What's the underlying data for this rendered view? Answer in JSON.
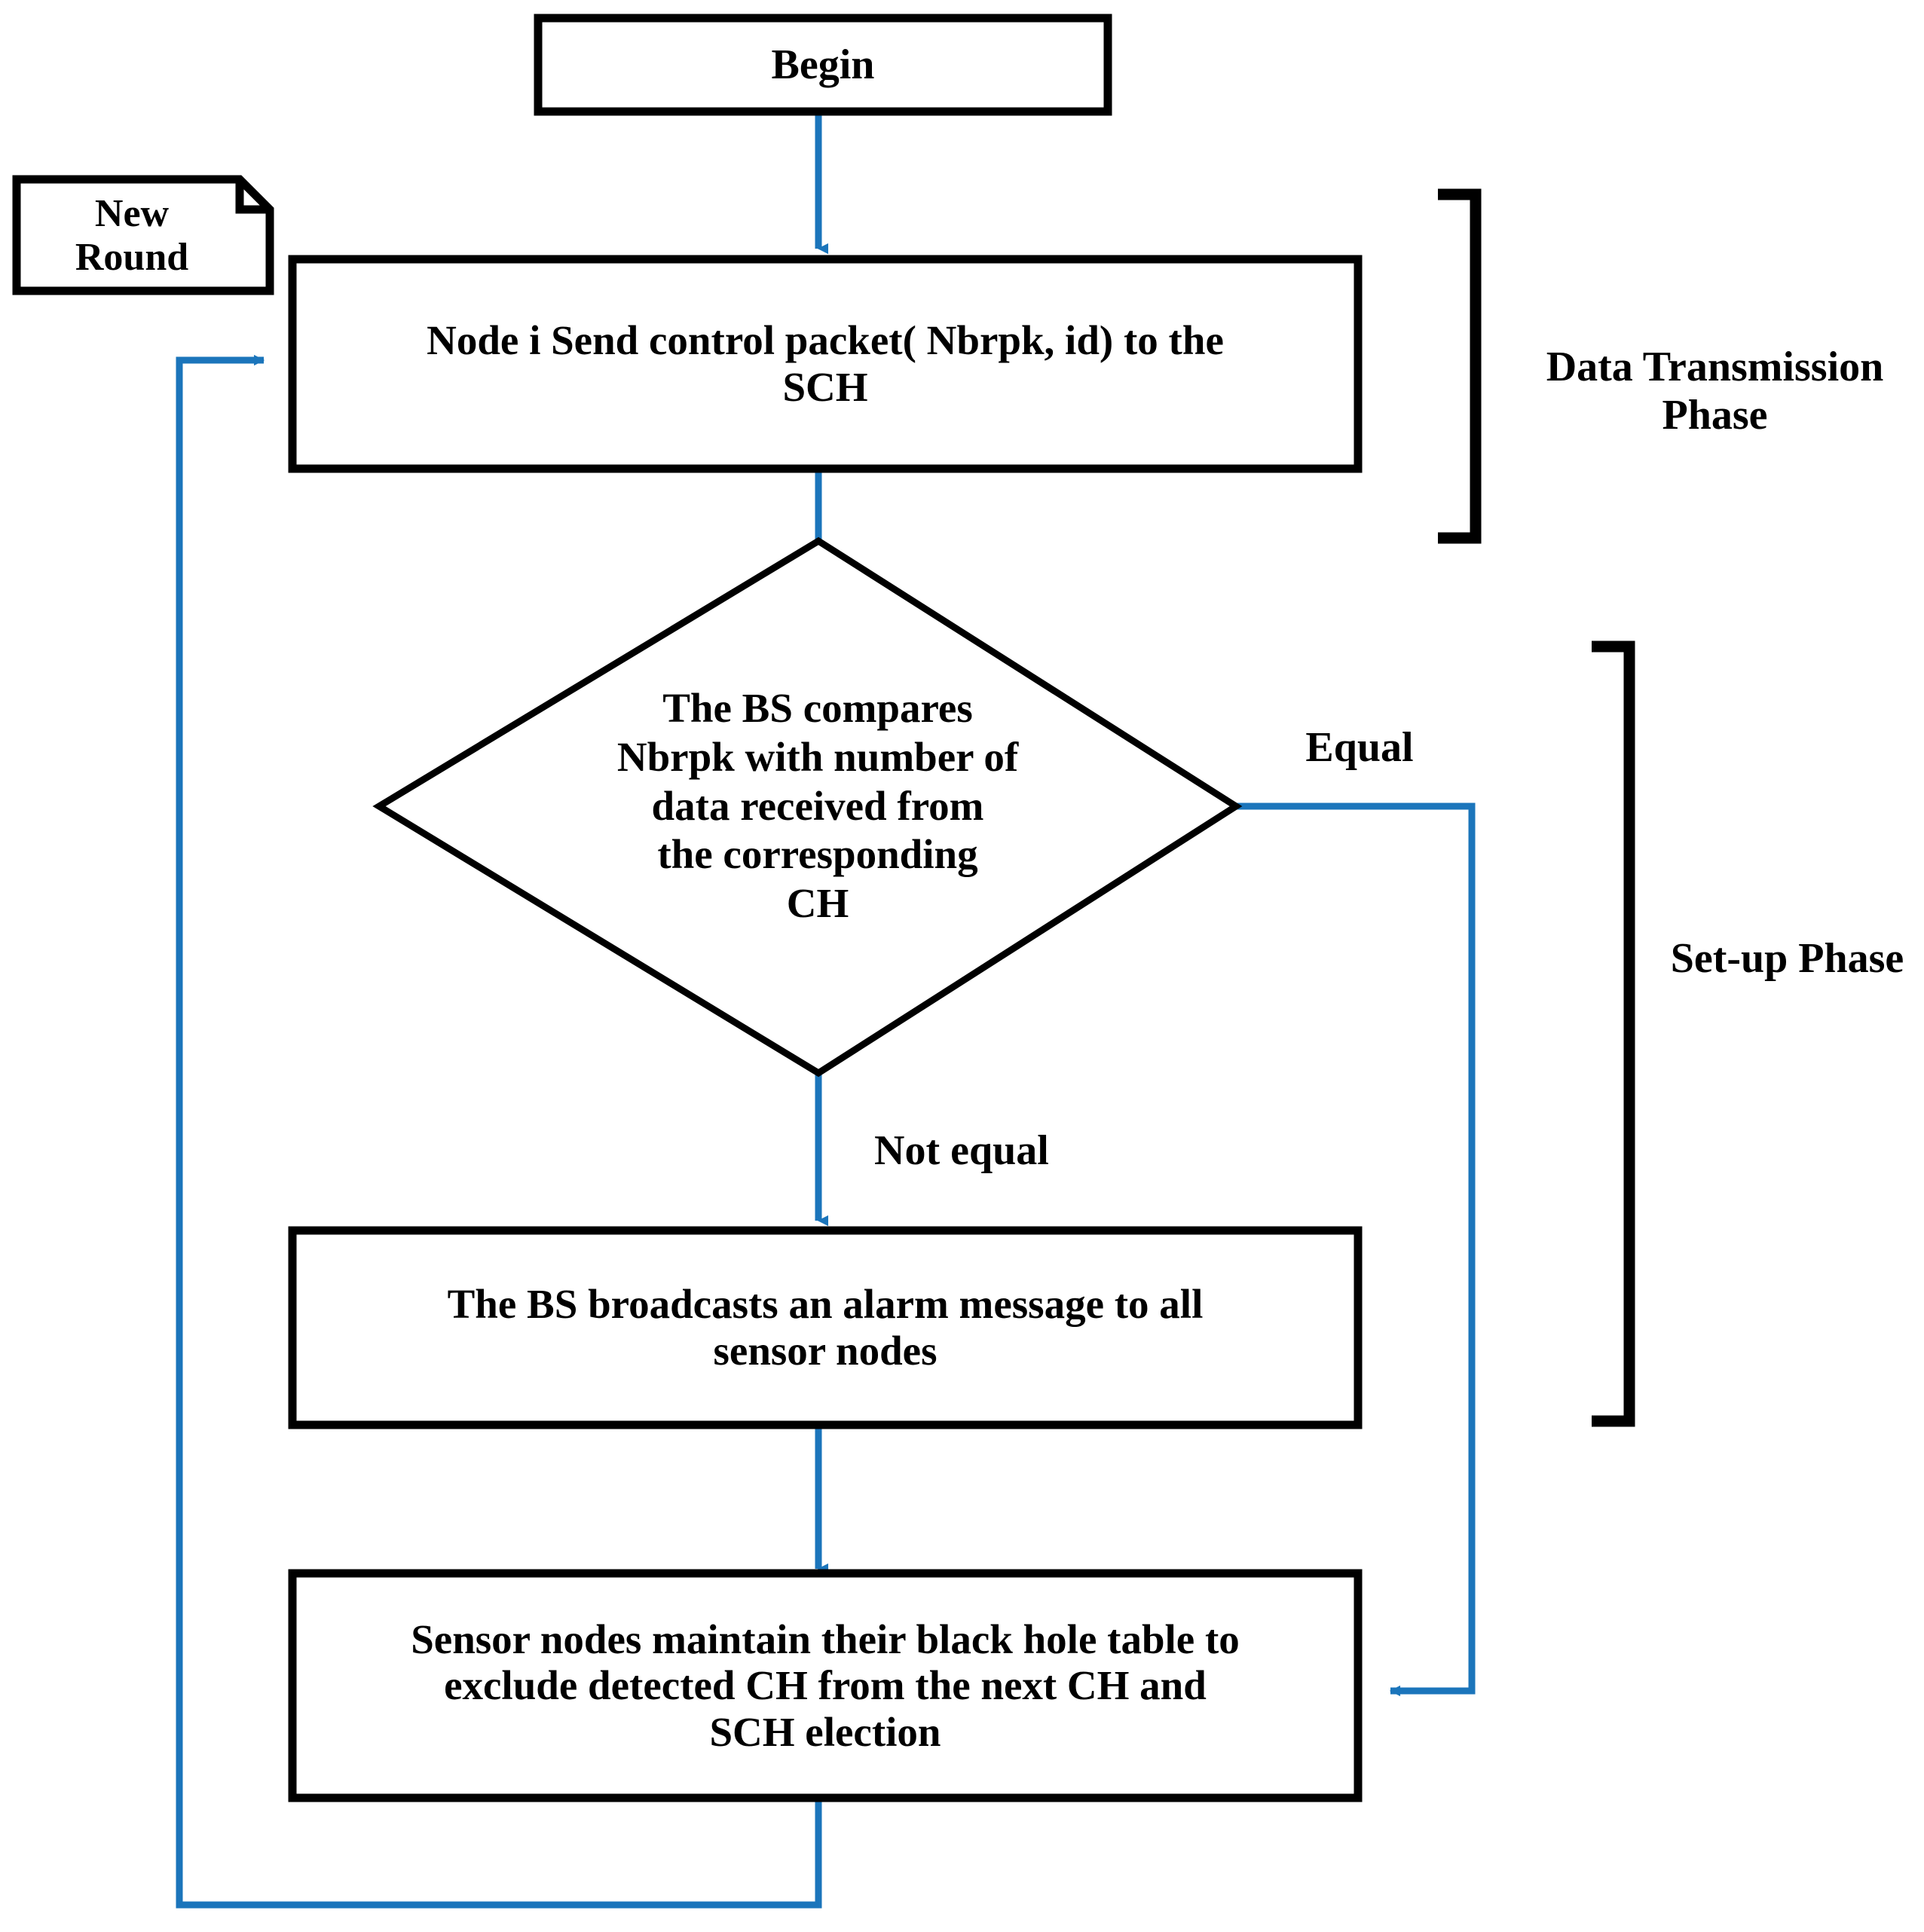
{
  "diagram": {
    "title": "Black hole detection flowchart",
    "type": "flowchart",
    "colors": {
      "connector_blue": "#1b75bb",
      "outline_black": "#000000",
      "fill_white": "#ffffff"
    },
    "nodes": {
      "begin": {
        "shape": "process-box",
        "label": "Begin"
      },
      "new_round": {
        "shape": "document-note",
        "label": "New\nRound"
      },
      "send_control_packet": {
        "shape": "process-box",
        "label": "Node i Send control packet( Nbrpk, id) to the\nSCH"
      },
      "decision_compare": {
        "shape": "decision-diamond",
        "label": "The BS compares\nNbrpk with number of\ndata received from\nthe corresponding\nCH"
      },
      "broadcast_alarm": {
        "shape": "process-box",
        "label": "The BS broadcasts an alarm message to all\nsensor nodes"
      },
      "maintain_black_hole_table": {
        "shape": "process-box",
        "label": "Sensor nodes maintain their black hole table to\nexclude detected CH from the next CH and\nSCH election"
      }
    },
    "edge_labels": {
      "equal": "Equal",
      "not_equal": "Not equal"
    },
    "phase_brackets": {
      "data_transmission": "Data Transmission\nPhase",
      "setup": "Set-up Phase"
    }
  }
}
